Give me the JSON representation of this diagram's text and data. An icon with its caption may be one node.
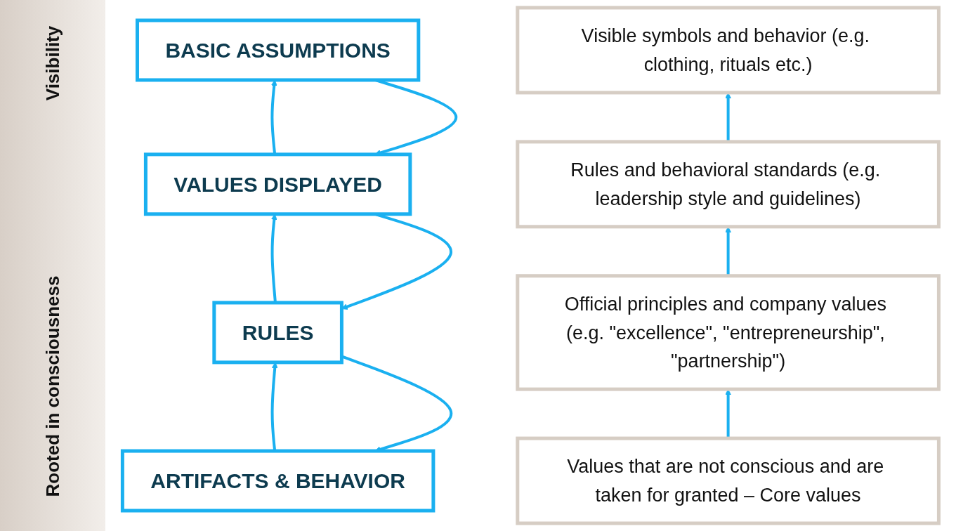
{
  "diagram": {
    "nodes": [
      {
        "text": [
          "ARTIFACTS & BEHAVIOR"
        ]
      },
      {
        "text": [
          "Visible symbols and behavior (e.g. clothing, rituals etc.)"
        ]
      },
      {
        "text": [
          "RULES"
        ]
      },
      {
        "text": [
          "Rules and behavioral standards (e.g. leadership style and guidelines)"
        ]
      },
      {
        "text": [
          "VALUES DISPLAYED"
        ]
      },
      {
        "text": [
          "Official principles and company values (e.g. \"excellence\", \"entrepreneurship\", \"partnership\")"
        ]
      },
      {
        "text": [
          "BASIC ASSUMPTIONS"
        ]
      },
      {
        "text": [
          "Values that are not conscious and are taken for granted – Core values"
        ]
      }
    ],
    "edges": [
      {
        "from": 2,
        "to": 0,
        "arrow": "to"
      },
      {
        "from": 0,
        "to": 2,
        "arrow": "to"
      },
      {
        "from": 3,
        "to": 1,
        "arrow": "to"
      },
      {
        "from": 4,
        "to": 2,
        "arrow": "to"
      },
      {
        "from": 2,
        "to": 4,
        "arrow": "to"
      },
      {
        "from": 5,
        "to": 3,
        "arrow": "to"
      },
      {
        "from": 6,
        "to": 4,
        "arrow": "to"
      },
      {
        "from": 4,
        "to": 6,
        "arrow": "to"
      },
      {
        "from": 7,
        "to": 5,
        "arrow": "to"
      }
    ],
    "labels": [
      "Visibility",
      "Rooted in consciousness"
    ]
  }
}
